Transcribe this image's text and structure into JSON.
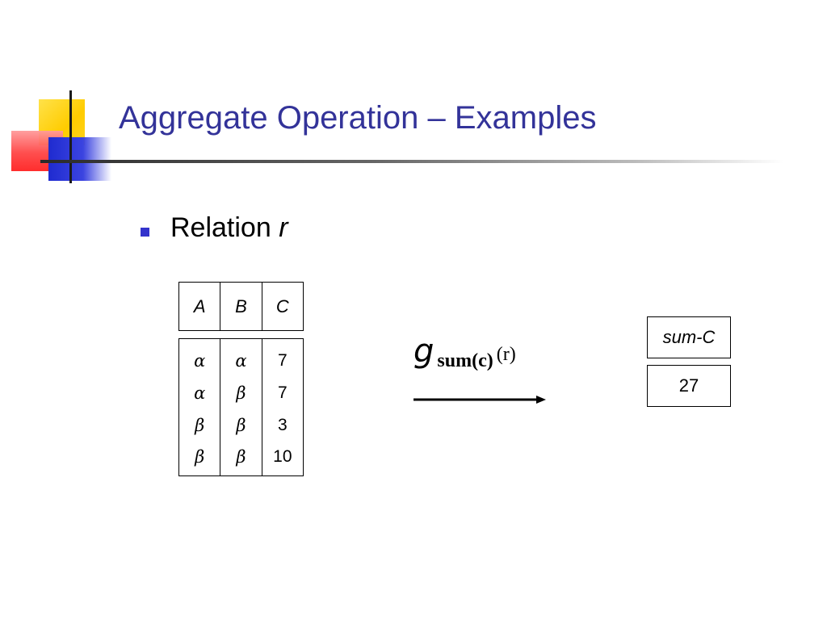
{
  "slide": {
    "title": "Aggregate Operation – Examples",
    "bullet": {
      "text": "Relation ",
      "variable": "r"
    }
  },
  "relation": {
    "headers": [
      "A",
      "B",
      "C"
    ],
    "rows": [
      [
        "α",
        "α",
        "7"
      ],
      [
        "α",
        "β",
        "7"
      ],
      [
        "β",
        "β",
        "3"
      ],
      [
        "β",
        "β",
        "10"
      ]
    ]
  },
  "expression": {
    "symbol": "g",
    "subscript": "sum(c)",
    "argument": "(r)"
  },
  "result": {
    "header": "sum-C",
    "value": "27"
  },
  "colors": {
    "title": "#333399",
    "bullet": "#3333cc"
  }
}
